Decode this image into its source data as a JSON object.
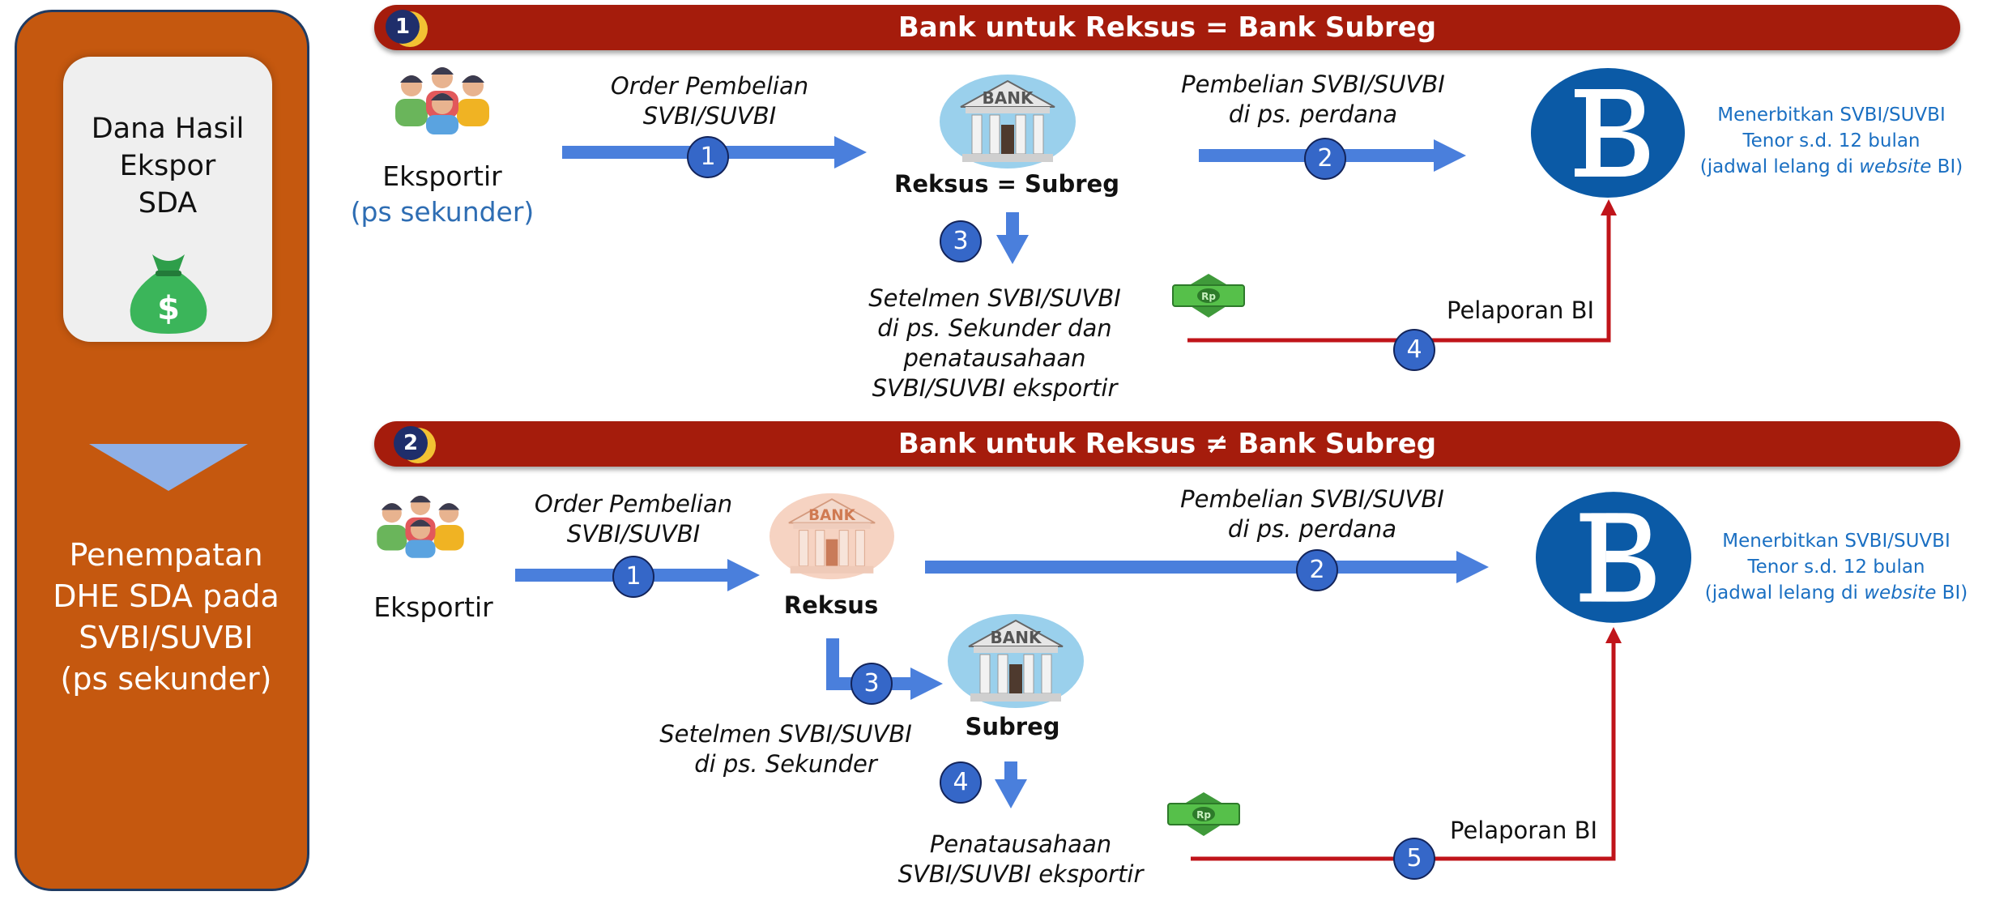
{
  "sidebar": {
    "card_line1": "Dana Hasil",
    "card_line2": "Ekspor",
    "card_line3": "SDA",
    "dollar_sign": "$",
    "bottom_line1": "Penempatan",
    "bottom_line2": "DHE SDA pada",
    "bottom_line3": "SVBI/SUVBI",
    "bottom_line4": "(ps sekunder)"
  },
  "section1": {
    "number": "1",
    "title": "Bank untuk Reksus = Bank Subreg",
    "actor": "Eksportir",
    "actor_note": "(ps sekunder)",
    "order_line1": "Order Pembelian",
    "order_line2": "SVBI/SUVBI",
    "bank_sign": "BANK",
    "bank_label": "Reksus = Subreg",
    "purchase_line1": "Pembelian SVBI/SUVBI",
    "purchase_line2": "di ps. perdana",
    "settle_line1": "Setelmen SVBI/SUVBI",
    "settle_line2": "di ps. Sekunder dan",
    "settle_line3": "penatausahaan",
    "settle_line4": "SVBI/SUVBI eksportir",
    "report": "Pelaporan BI",
    "money_sign": "Rp",
    "bi_line1": "Menerbitkan SVBI/SUVBI",
    "bi_line2": "Tenor s.d. 12 bulan",
    "bi_line3_pre": "(jadwal lelang di ",
    "bi_line3_em": "website",
    "bi_line3_post": " BI)",
    "steps": [
      "1",
      "2",
      "3",
      "4"
    ]
  },
  "section2": {
    "number": "2",
    "title": "Bank untuk Reksus ≠ Bank Subreg",
    "actor": "Eksportir",
    "order_line1": "Order Pembelian",
    "order_line2": "SVBI/SUVBI",
    "reksus_sign": "BANK",
    "reksus_label": "Reksus",
    "subreg_sign": "BANK",
    "subreg_label": "Subreg",
    "purchase_line1": "Pembelian SVBI/SUVBI",
    "purchase_line2": "di ps. perdana",
    "settle_line1": "Setelmen SVBI/SUVBI",
    "settle_line2": "di ps. Sekunder",
    "admin_line1": "Penatausahaan",
    "admin_line2": "SVBI/SUVBI eksportir",
    "report": "Pelaporan BI",
    "money_sign": "Rp",
    "bi_line1": "Menerbitkan SVBI/SUVBI",
    "bi_line2": "Tenor s.d. 12 bulan",
    "bi_line3_pre": "(jadwal lelang di ",
    "bi_line3_em": "website",
    "bi_line3_post": " BI)",
    "steps": [
      "1",
      "2",
      "3",
      "4",
      "5"
    ]
  },
  "colors": {
    "sidebar": "#c5580f",
    "banner": "#a51c0c",
    "flow_arrow": "#4a7fdc",
    "report_line": "#c0141a",
    "bi_logo": "#0b5aa6",
    "bi_text": "#1a6fc2",
    "step_circle": "#3567c8"
  }
}
